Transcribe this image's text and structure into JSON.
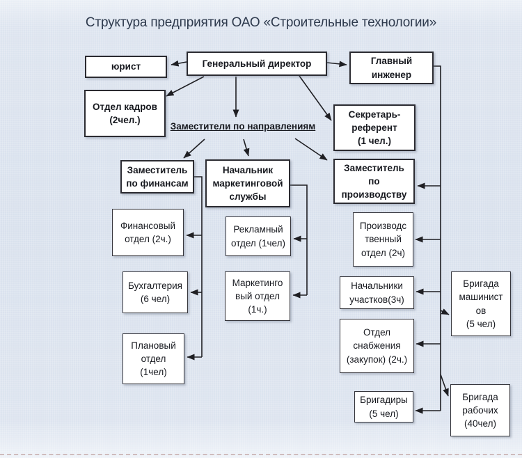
{
  "title": "Структура предприятия ОАО «Строительные технологии»",
  "group_label": "Заместители по направлениям",
  "nodes": {
    "jurist": "юрист",
    "gendir": "Генеральный директор",
    "chief_eng": "Главный\nинженер",
    "hr": "Отдел кадров\n(2чел.)",
    "secretary": "Секретарь-\nреферент\n(1 чел.)",
    "dep_fin": "Заместитель\nпо финансам",
    "mkt_head": "Начальник\nмаркетинговой\nслужбы",
    "dep_prod": "Заместитель\nпо\nпроизводству",
    "fin_dept": "Финансовый\nотдел (2ч.)",
    "adv_dept": "Рекламный\nотдел (1чел)",
    "prod_dept": "Производс\nтвенный\nотдел (2ч)",
    "accounting": "Бухгалтерия\n(6 чел)",
    "mkt_dept": "Маркетинго\nвый отдел\n(1ч.)",
    "section_chiefs": "Начальники\nучастков(3ч)",
    "planning": "Плановый\nотдел\n(1чел)",
    "supply": "Отдел\nснабжения\n(закупок) (2ч.)",
    "machinists": "Бригада\nмашинист\nов\n(5 чел)",
    "foremen": "Бригадиры\n(5 чел)",
    "workers": "Бригада\nрабочих\n(40чел)"
  },
  "edges": [
    {
      "from": "gendir",
      "to": "jurist"
    },
    {
      "from": "gendir",
      "to": "chief_eng"
    },
    {
      "from": "gendir",
      "to": "hr"
    },
    {
      "from": "gendir",
      "to": "group_label"
    },
    {
      "from": "gendir",
      "to": "secretary"
    },
    {
      "from": "group_label",
      "to": "dep_fin"
    },
    {
      "from": "group_label",
      "to": "mkt_head"
    },
    {
      "from": "group_label",
      "to": "dep_prod"
    },
    {
      "from": "dep_fin",
      "to": "fin_dept"
    },
    {
      "from": "dep_fin",
      "to": "accounting"
    },
    {
      "from": "dep_fin",
      "to": "planning"
    },
    {
      "from": "mkt_head",
      "to": "adv_dept"
    },
    {
      "from": "mkt_head",
      "to": "mkt_dept"
    },
    {
      "from": "chief_eng",
      "to": "dep_prod"
    },
    {
      "from": "chief_eng",
      "to": "prod_dept"
    },
    {
      "from": "chief_eng",
      "to": "section_chiefs"
    },
    {
      "from": "chief_eng",
      "to": "machinists"
    },
    {
      "from": "chief_eng",
      "to": "supply"
    },
    {
      "from": "chief_eng",
      "to": "workers"
    },
    {
      "from": "chief_eng",
      "to": "foremen"
    }
  ],
  "colors": {
    "background": "#dbe2ee",
    "box_fill": "#ffffff",
    "box_border": "#2b2b31",
    "line": "#1f1f23",
    "title_text": "#2e3a4d"
  }
}
